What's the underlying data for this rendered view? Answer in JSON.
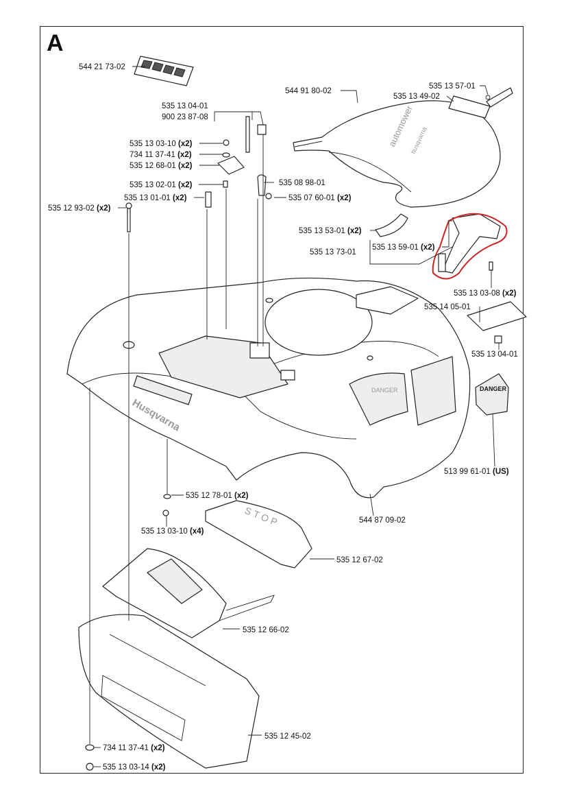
{
  "section_letter": "A",
  "brand_emboss": "Husqvarna",
  "cover_emboss_line1": "automower",
  "cover_emboss_line2": "husqvarna",
  "stop_emboss": "STOP",
  "danger_label_text": "DANGER",
  "parts": [
    {
      "id": "p1",
      "number": "544 21 73-02",
      "qty": ""
    },
    {
      "id": "p2",
      "number": "544 91 80-02",
      "qty": ""
    },
    {
      "id": "p3",
      "number": "535 13 57-01",
      "qty": ""
    },
    {
      "id": "p4",
      "number": "535 13 49-02",
      "qty": ""
    },
    {
      "id": "p5",
      "number": "535 13 04-01",
      "qty": ""
    },
    {
      "id": "p6",
      "number": "900 23 87-08",
      "qty": ""
    },
    {
      "id": "p7",
      "number": "535 13 03-10",
      "qty": "(x2)"
    },
    {
      "id": "p8",
      "number": "734 11 37-41",
      "qty": "(x2)"
    },
    {
      "id": "p9",
      "number": "535 12 68-01",
      "qty": "(x2)"
    },
    {
      "id": "p10",
      "number": "535 13 02-01",
      "qty": "(x2)"
    },
    {
      "id": "p11",
      "number": "535 08 98-01",
      "qty": ""
    },
    {
      "id": "p12",
      "number": "535 13 01-01",
      "qty": "(x2)"
    },
    {
      "id": "p13",
      "number": "535 07 60-01",
      "qty": "(x2)"
    },
    {
      "id": "p14",
      "number": "535 12 93-02",
      "qty": "(x2)"
    },
    {
      "id": "p15",
      "number": "535 13 53-01",
      "qty": "(x2)"
    },
    {
      "id": "p16",
      "number": "535 13 59-01",
      "qty": "(x2)"
    },
    {
      "id": "p17",
      "number": "535 13 73-01",
      "qty": ""
    },
    {
      "id": "p18",
      "number": "535 13 03-08",
      "qty": "(x2)"
    },
    {
      "id": "p19",
      "number": "535 14 05-01",
      "qty": ""
    },
    {
      "id": "p20",
      "number": "535 13 04-01",
      "qty": ""
    },
    {
      "id": "p21",
      "number": "513 99 61-01",
      "qty": "(US)"
    },
    {
      "id": "p22",
      "number": "535 12 78-01",
      "qty": "(x2)"
    },
    {
      "id": "p23",
      "number": "535 13 03-10",
      "qty": "(x4)"
    },
    {
      "id": "p24",
      "number": "544 87 09-02",
      "qty": ""
    },
    {
      "id": "p25",
      "number": "535 12 67-02",
      "qty": ""
    },
    {
      "id": "p26",
      "number": "535 12 66-02",
      "qty": ""
    },
    {
      "id": "p27",
      "number": "535 12 45-02",
      "qty": ""
    },
    {
      "id": "p28",
      "number": "734 11 37-41",
      "qty": "(x2)"
    },
    {
      "id": "p29",
      "number": "535 13 03-14",
      "qty": "(x2)"
    }
  ],
  "highlight_color": "#cc2222"
}
